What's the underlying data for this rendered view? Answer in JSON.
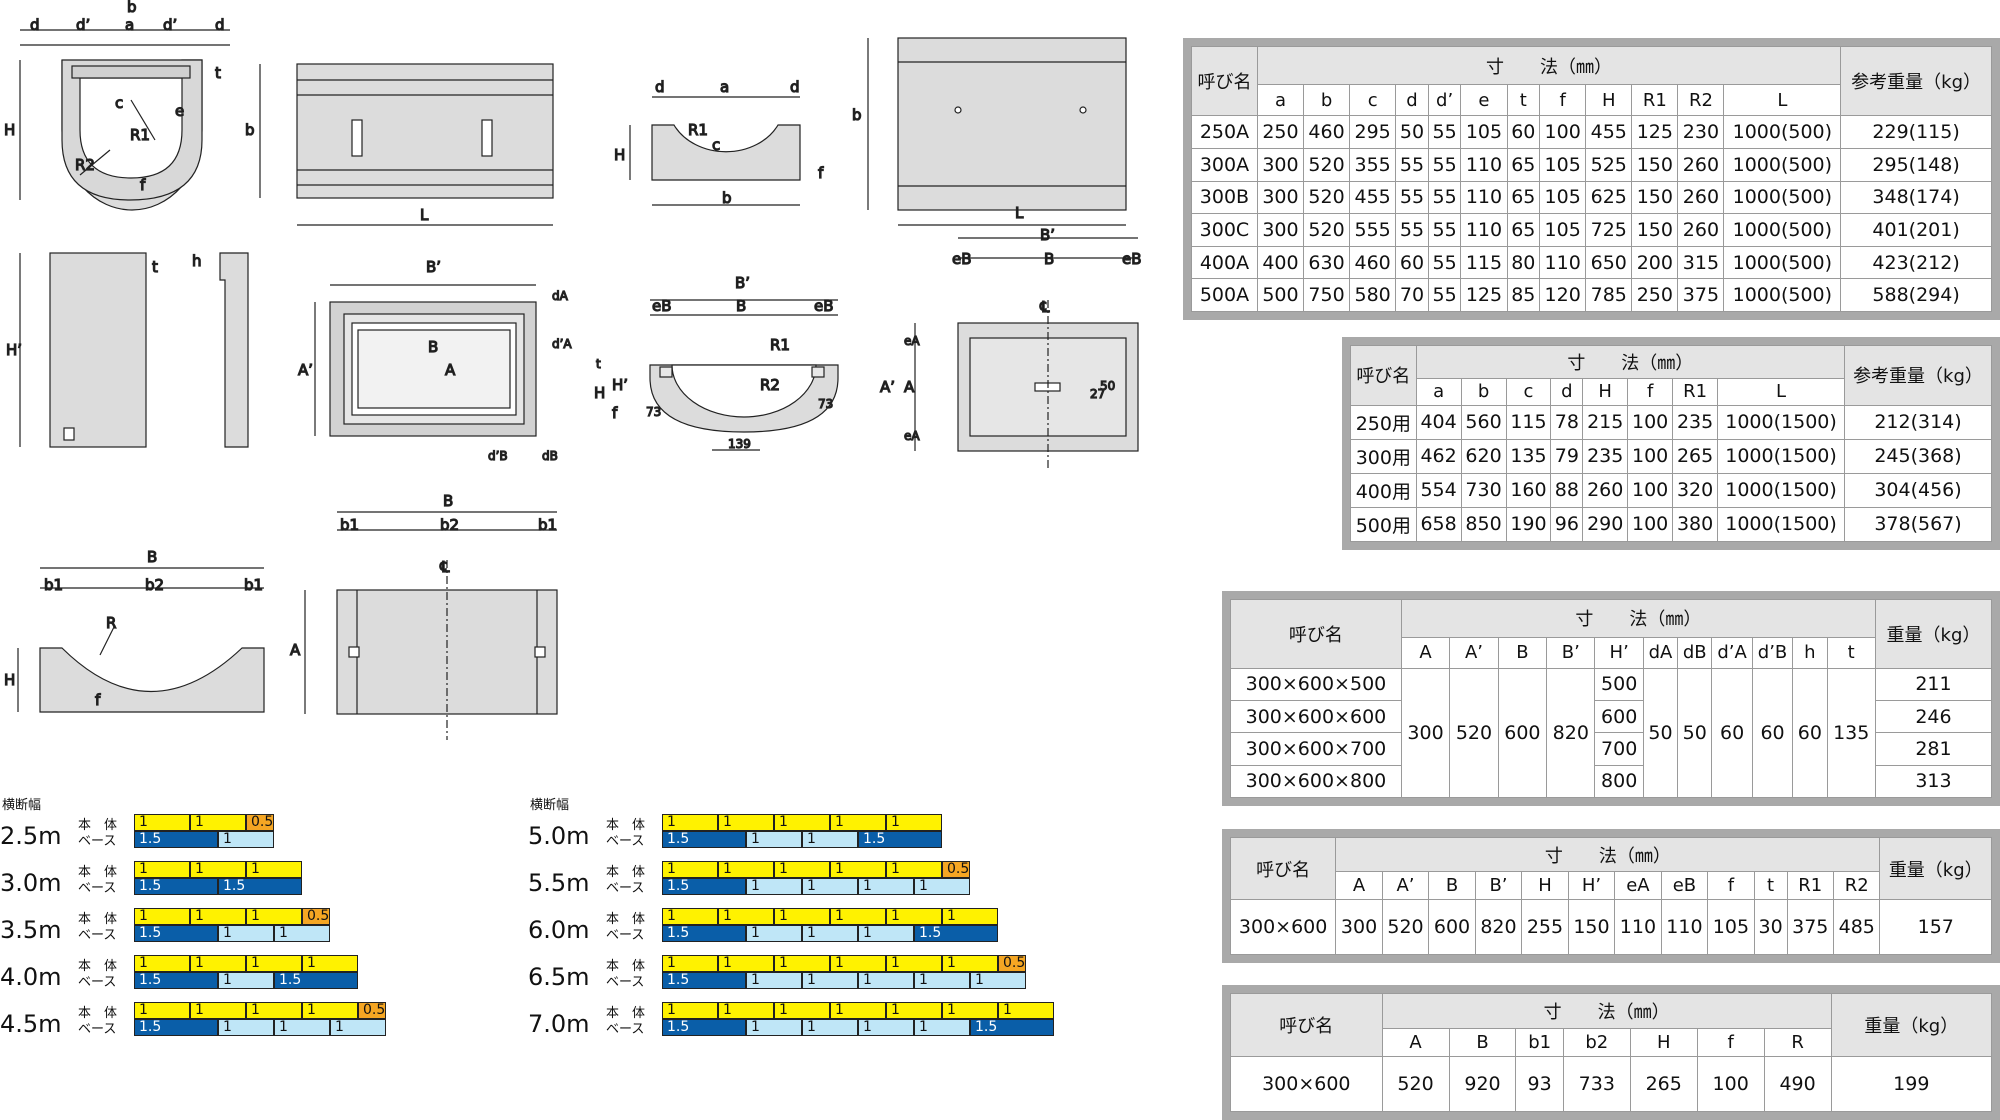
{
  "drawings": {
    "u_section": [
      "d",
      "d’",
      "a",
      "d’",
      "d",
      "b",
      "t",
      "c",
      "e",
      "R1",
      "R2",
      "f",
      "H"
    ],
    "side_view": [
      "b",
      "L"
    ],
    "saddle_section": [
      "d",
      "a",
      "d",
      "R1",
      "c",
      "H",
      "f",
      "b"
    ],
    "saddle_plan": [
      "b",
      "L"
    ],
    "lid_side": [
      "H’",
      "t",
      "h"
    ],
    "lid_plan": [
      "B’",
      "B",
      "A",
      "A’",
      "dA",
      "d’A",
      "d’B",
      "dB"
    ],
    "cradle_section": [
      "B’",
      "eB",
      "B",
      "eB",
      "R1",
      "R2",
      "t",
      "H",
      "H’",
      "f",
      "73",
      "73",
      "139"
    ],
    "cradle_plan": [
      "B’",
      "eB",
      "B",
      "eB",
      "eA",
      "A",
      "A’",
      "eA",
      "50",
      "27",
      "℄"
    ],
    "base_section": [
      "B",
      "b1",
      "b2",
      "b1",
      "R",
      "H",
      "f"
    ],
    "base_plan": [
      "B",
      "b1",
      "b2",
      "b1",
      "A",
      "℄"
    ]
  },
  "table1": {
    "name": "呼び名",
    "dims": "寸　　法（㎜）",
    "weight": "参考重量（kg）",
    "cols": [
      "a",
      "b",
      "c",
      "d",
      "d’",
      "e",
      "t",
      "f",
      "H",
      "R1",
      "R2",
      "L"
    ],
    "rows": [
      [
        "250A",
        "250",
        "460",
        "295",
        "50",
        "55",
        "105",
        "60",
        "100",
        "455",
        "125",
        "230",
        "1000(500)",
        "229(115)"
      ],
      [
        "300A",
        "300",
        "520",
        "355",
        "55",
        "55",
        "110",
        "65",
        "105",
        "525",
        "150",
        "260",
        "1000(500)",
        "295(148)"
      ],
      [
        "300B",
        "300",
        "520",
        "455",
        "55",
        "55",
        "110",
        "65",
        "105",
        "625",
        "150",
        "260",
        "1000(500)",
        "348(174)"
      ],
      [
        "300C",
        "300",
        "520",
        "555",
        "55",
        "55",
        "110",
        "65",
        "105",
        "725",
        "150",
        "260",
        "1000(500)",
        "401(201)"
      ],
      [
        "400A",
        "400",
        "630",
        "460",
        "60",
        "55",
        "115",
        "80",
        "110",
        "650",
        "200",
        "315",
        "1000(500)",
        "423(212)"
      ],
      [
        "500A",
        "500",
        "750",
        "580",
        "70",
        "55",
        "125",
        "85",
        "120",
        "785",
        "250",
        "375",
        "1000(500)",
        "588(294)"
      ]
    ]
  },
  "table2": {
    "name": "呼び名",
    "dims": "寸　　法（㎜）",
    "weight": "参考重量（kg）",
    "cols": [
      "a",
      "b",
      "c",
      "d",
      "H",
      "f",
      "R1",
      "L"
    ],
    "rows": [
      [
        "250用",
        "404",
        "560",
        "115",
        "78",
        "215",
        "100",
        "235",
        "1000(1500)",
        "212(314)"
      ],
      [
        "300用",
        "462",
        "620",
        "135",
        "79",
        "235",
        "100",
        "265",
        "1000(1500)",
        "245(368)"
      ],
      [
        "400用",
        "554",
        "730",
        "160",
        "88",
        "260",
        "100",
        "320",
        "1000(1500)",
        "304(456)"
      ],
      [
        "500用",
        "658",
        "850",
        "190",
        "96",
        "290",
        "100",
        "380",
        "1000(1500)",
        "378(567)"
      ]
    ]
  },
  "table3": {
    "name": "呼び名",
    "dims": "寸　　法（㎜）",
    "weight": "重量（kg）",
    "cols": [
      "A",
      "A’",
      "B",
      "B’",
      "H’",
      "dA",
      "dB",
      "d’A",
      "d’B",
      "h",
      "t"
    ],
    "names": [
      "300×600×500",
      "300×600×600",
      "300×600×700",
      "300×600×800"
    ],
    "shared": {
      "A": "300",
      "A2": "520",
      "B": "600",
      "B2": "820",
      "dA": "50",
      "dB": "50",
      "dA2": "60",
      "dB2": "60",
      "h": "60",
      "t": "135"
    },
    "H2": [
      "500",
      "600",
      "700",
      "800"
    ],
    "weights": [
      "211",
      "246",
      "281",
      "313"
    ]
  },
  "table4": {
    "name": "呼び名",
    "dims": "寸　　法（㎜）",
    "weight": "重量（kg）",
    "cols": [
      "A",
      "A’",
      "B",
      "B’",
      "H",
      "H’",
      "eA",
      "eB",
      "f",
      "t",
      "R1",
      "R2"
    ],
    "row": [
      "300×600",
      "300",
      "520",
      "600",
      "820",
      "255",
      "150",
      "110",
      "110",
      "105",
      "30",
      "375",
      "485",
      "157"
    ]
  },
  "table5": {
    "name": "呼び名",
    "dims": "寸　　法（㎜）",
    "weight": "重量（kg）",
    "cols": [
      "A",
      "B",
      "b1",
      "b2",
      "H",
      "f",
      "R"
    ],
    "row": [
      "300×600",
      "520",
      "920",
      "93",
      "733",
      "265",
      "100",
      "490",
      "199"
    ]
  },
  "width_charts": {
    "title": "横断幅",
    "label_body": "本　体",
    "label_base": "ベース",
    "colors": {
      "body": "#fff200",
      "half": "#f5a623",
      "base_wide": "#0a5ea8",
      "base_narrow": "#bfe6f7"
    },
    "left": [
      {
        "width": "2.5m",
        "body": [
          "1",
          "1",
          "0.5"
        ],
        "base": [
          "1.5",
          "1"
        ]
      },
      {
        "width": "3.0m",
        "body": [
          "1",
          "1",
          "1"
        ],
        "base": [
          "1.5",
          "1.5"
        ]
      },
      {
        "width": "3.5m",
        "body": [
          "1",
          "1",
          "1",
          "0.5"
        ],
        "base": [
          "1.5",
          "1",
          "1"
        ]
      },
      {
        "width": "4.0m",
        "body": [
          "1",
          "1",
          "1",
          "1"
        ],
        "base": [
          "1.5",
          "1",
          "1.5"
        ]
      },
      {
        "width": "4.5m",
        "body": [
          "1",
          "1",
          "1",
          "1",
          "0.5"
        ],
        "base": [
          "1.5",
          "1",
          "1",
          "1"
        ]
      }
    ],
    "right": [
      {
        "width": "5.0m",
        "body": [
          "1",
          "1",
          "1",
          "1",
          "1"
        ],
        "base": [
          "1.5",
          "1",
          "1",
          "1.5"
        ]
      },
      {
        "width": "5.5m",
        "body": [
          "1",
          "1",
          "1",
          "1",
          "1",
          "0.5"
        ],
        "base": [
          "1.5",
          "1",
          "1",
          "1",
          "1"
        ]
      },
      {
        "width": "6.0m",
        "body": [
          "1",
          "1",
          "1",
          "1",
          "1",
          "1"
        ],
        "base": [
          "1.5",
          "1",
          "1",
          "1",
          "1.5"
        ]
      },
      {
        "width": "6.5m",
        "body": [
          "1",
          "1",
          "1",
          "1",
          "1",
          "1",
          "0.5"
        ],
        "base": [
          "1.5",
          "1",
          "1",
          "1",
          "1",
          "1"
        ]
      },
      {
        "width": "7.0m",
        "body": [
          "1",
          "1",
          "1",
          "1",
          "1",
          "1",
          "1"
        ],
        "base": [
          "1.5",
          "1",
          "1",
          "1",
          "1",
          "1.5"
        ]
      }
    ]
  }
}
